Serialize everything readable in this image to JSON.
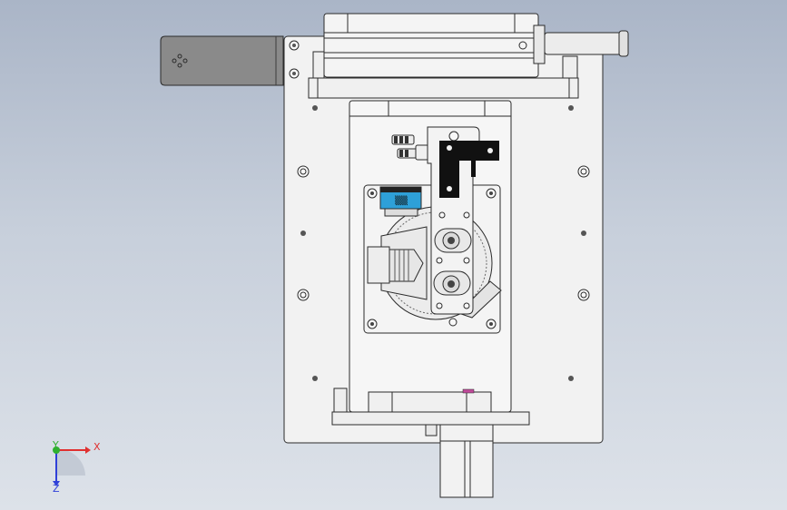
{
  "viewport": {
    "background_top": "#aab5c7",
    "background_bottom": "#dde2e9"
  },
  "triad": {
    "x_label": "X",
    "y_label": "Y",
    "z_label": "Z",
    "x_color": "#e03030",
    "y_color": "#2fb02f",
    "z_color": "#2f40d8"
  },
  "model": {
    "plate_color": "#f2f2f2",
    "edge_color": "#2b2b2b",
    "cylinder_tab_color": "#8a8a8a",
    "clamp_color": "#111111",
    "sensor_color": "#2ea0d8",
    "accent_color": "#c04a9a"
  }
}
